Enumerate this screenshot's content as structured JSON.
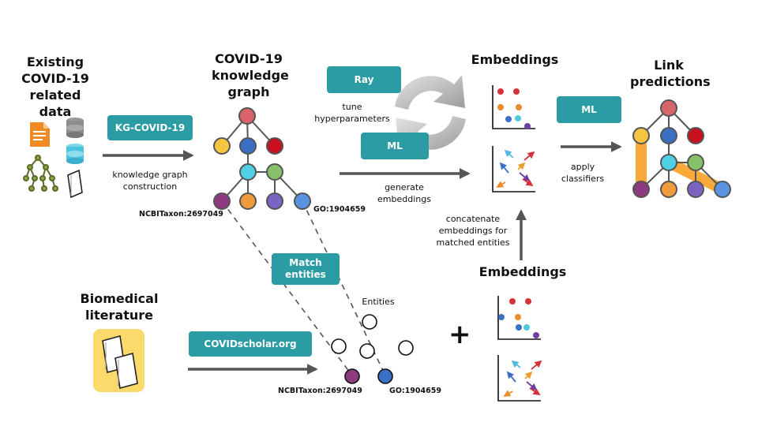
{
  "headings": {
    "existing_data": "Existing COVID-19 related data",
    "kg": "COVID-19 knowledge graph",
    "embeddings_top": "Embeddings",
    "link_predictions": "Link predictions",
    "biomedical": "Biomedical literature",
    "embeddings_bottom": "Embeddings"
  },
  "buttons": {
    "kg_covid": "KG-COVID-19",
    "ray": "Ray",
    "ml_generate": "ML",
    "ml_apply": "ML",
    "match": "Match entities",
    "covidscholar": "COVIDscholar.org"
  },
  "captions": {
    "kg_construction": "knowledge graph construction",
    "tune": "tune hyperparameters",
    "generate": "generate embeddings",
    "apply": "apply classifiers",
    "concatenate": "concatenate embeddings for matched entities",
    "entities": "Entities"
  },
  "entity_labels": {
    "ncbi_top": "NCBITaxon:2697049",
    "go_top": "GO:1904659",
    "ncbi_bottom": "NCBITaxon:2697049",
    "go_bottom": "GO:1904659"
  },
  "plus": "+",
  "colors": {
    "teal": "#2b9ca4",
    "arrow": "#555555",
    "red": "#d9636a",
    "yellow": "#f5c542",
    "blue": "#3b6fc4",
    "crimson": "#c8101e",
    "cyan": "#4fd0e4",
    "green": "#86c06a",
    "purple_dark": "#8e3a7e",
    "orange": "#ef9a3c",
    "violet": "#7b63c2",
    "light_blue": "#5a93e0",
    "highlight": "#f7a93a"
  },
  "icons": [
    "document-icon",
    "database-icon",
    "tree-icon",
    "paper-icon",
    "cycle-icon",
    "scatter-icon",
    "vector-icon",
    "book-icon"
  ]
}
